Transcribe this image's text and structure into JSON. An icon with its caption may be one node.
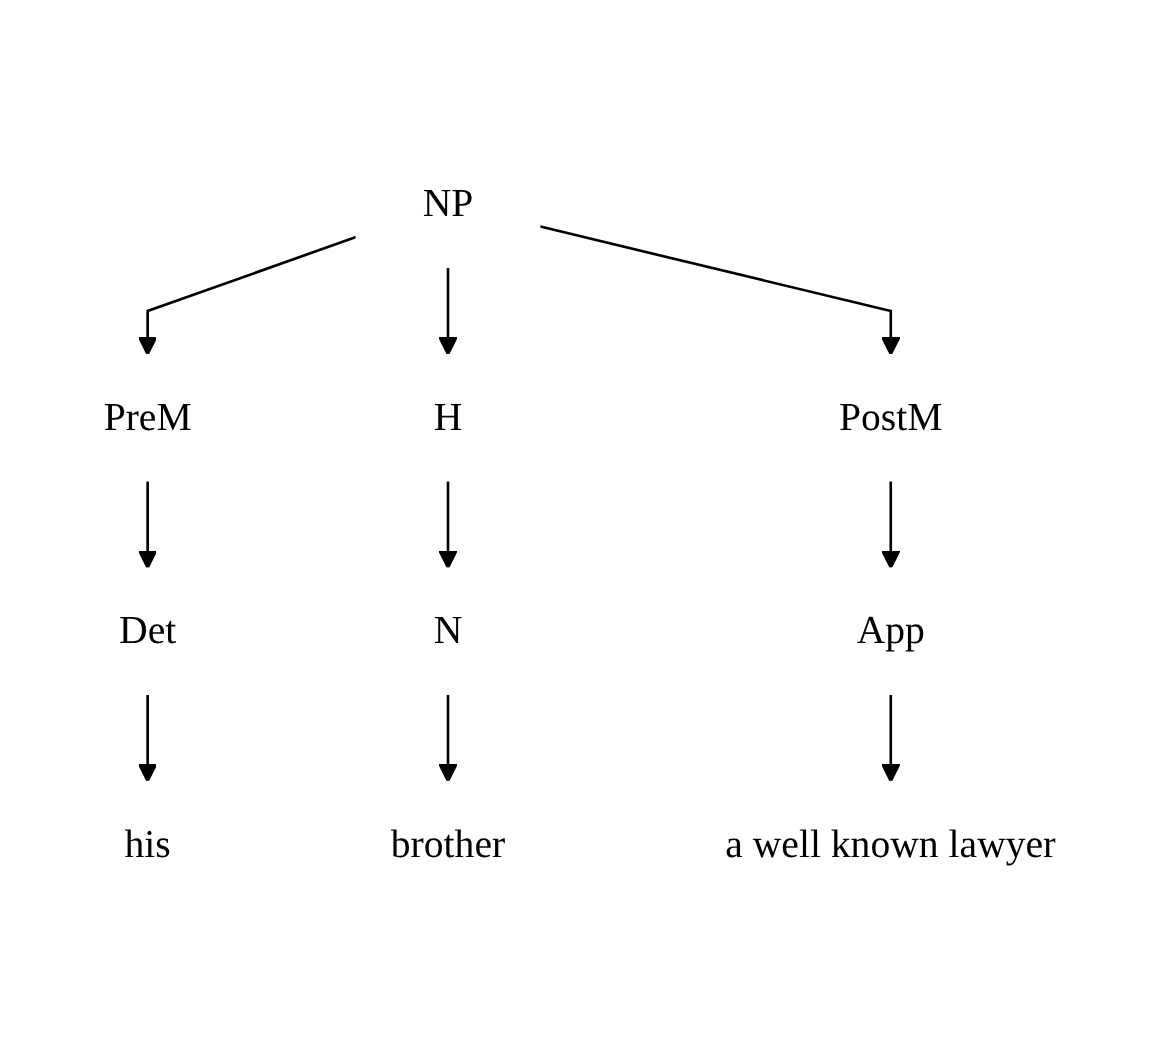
{
  "diagram": {
    "nodes": [
      {
        "text": [
          "NP"
        ]
      },
      {
        "text": [
          "PreM"
        ]
      },
      {
        "text": [
          "H"
        ]
      },
      {
        "text": [
          "PostM"
        ]
      },
      {
        "text": [
          "Det"
        ]
      },
      {
        "text": [
          "N"
        ]
      },
      {
        "text": [
          "App"
        ]
      },
      {
        "text": [
          "his"
        ]
      },
      {
        "text": [
          "brother"
        ]
      },
      {
        "text": [
          "a well known lawyer"
        ]
      }
    ],
    "edges": [
      {
        "from": 0,
        "to": 1,
        "arrow": "to"
      },
      {
        "from": 0,
        "to": 2,
        "arrow": "to"
      },
      {
        "from": 0,
        "to": 3,
        "arrow": "to"
      },
      {
        "from": 1,
        "to": 4,
        "arrow": "to"
      },
      {
        "from": 2,
        "to": 5,
        "arrow": "to"
      },
      {
        "from": 3,
        "to": 6,
        "arrow": "to"
      },
      {
        "from": 4,
        "to": 7,
        "arrow": "to"
      },
      {
        "from": 5,
        "to": 8,
        "arrow": "to"
      },
      {
        "from": 6,
        "to": 9,
        "arrow": "to"
      }
    ]
  }
}
